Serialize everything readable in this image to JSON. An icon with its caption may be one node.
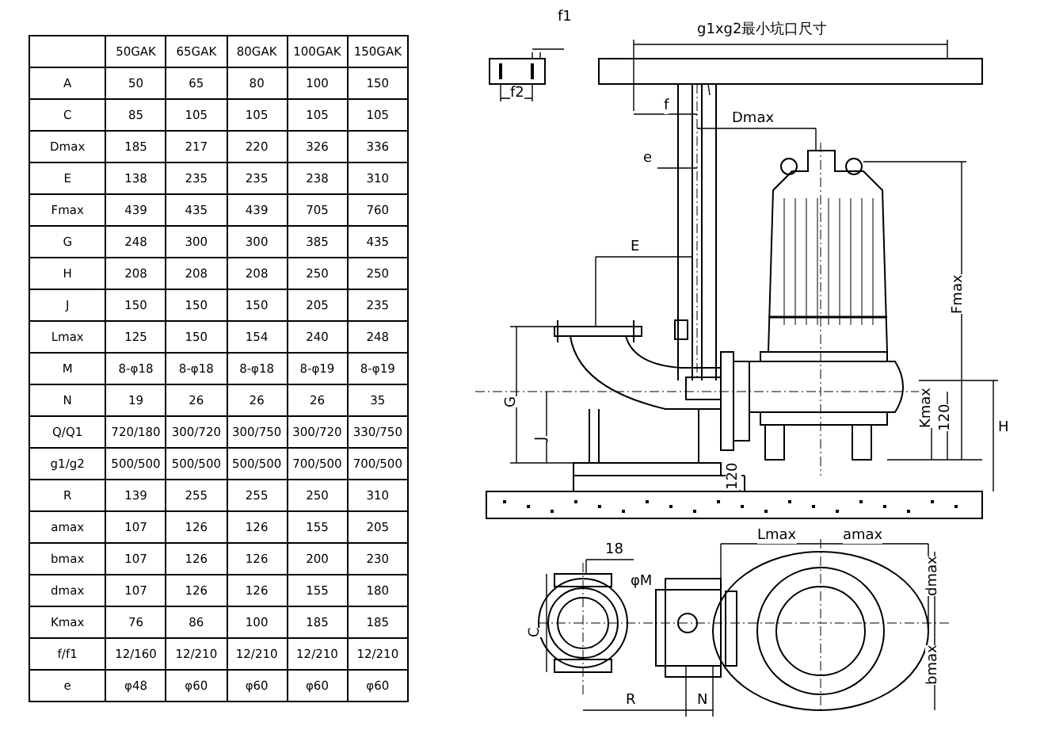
{
  "diagram": {
    "labels": [
      "50GAK",
      "65GAK",
      "80GAK",
      "100GAK",
      "150GAK",
      "A",
      "50",
      "65",
      "80",
      "100",
      "150",
      "C",
      "85",
      "105",
      "105",
      "105",
      "105",
      "Dmax",
      "185",
      "217",
      "220",
      "326",
      "336",
      "E",
      "138",
      "235",
      "235",
      "238",
      "310",
      "Fmax",
      "439",
      "435",
      "439",
      "705",
      "760",
      "G",
      "248",
      "300",
      "300",
      "385",
      "435",
      "H",
      "208",
      "208",
      "208",
      "250",
      "250",
      "J",
      "150",
      "150",
      "150",
      "205",
      "235",
      "Lmax",
      "125",
      "150",
      "154",
      "240",
      "248",
      "M",
      "8-φ18",
      "8-φ18",
      "8-φ18",
      "8-φ19",
      "8-φ19",
      "N",
      "19",
      "26",
      "26",
      "26",
      "35",
      "Q/Q1",
      "720/180",
      "300/720",
      "300/750",
      "300/720",
      "330/750",
      "g1/g2",
      "500/500",
      "500/500",
      "500/500",
      "700/500",
      "700/500",
      "R",
      "139",
      "255",
      "255",
      "250",
      "310",
      "amax",
      "107",
      "126",
      "126",
      "155",
      "205",
      "bmax",
      "107",
      "126",
      "126",
      "200",
      "230",
      "dmax",
      "107",
      "126",
      "126",
      "155",
      "180",
      "Kmax",
      "76",
      "86",
      "100",
      "185",
      "185",
      "f/f1",
      "12/160",
      "12/210",
      "12/210",
      "12/210",
      "12/210",
      "e",
      "φ48",
      "φ60",
      "φ60",
      "φ60",
      "φ60",
      "f1",
      "f2",
      "g1xg2最小坑口尺寸",
      "f",
      "Dmax",
      "e",
      "E",
      "Fmax",
      "G",
      "J",
      "Kmax",
      "120",
      "H",
      "120",
      "18",
      "φM",
      "C",
      "Lmax",
      "amax",
      "dmax",
      "bmax",
      "R",
      "N"
    ]
  }
}
